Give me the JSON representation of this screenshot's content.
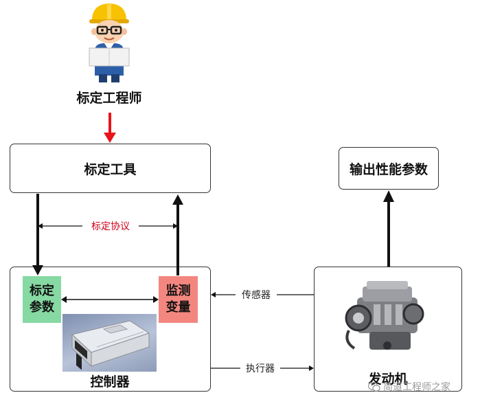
{
  "engineer": {
    "label": "标定工程师",
    "icon": "engineer-icon"
  },
  "tool": {
    "label": "标定工具"
  },
  "protocol": {
    "label": "标定协议",
    "color": "#d0021b"
  },
  "output": {
    "label": "输出性能参数"
  },
  "controller": {
    "label": "控制器",
    "params_line1": "标定",
    "params_line2": "参数",
    "vars_line1": "监测",
    "vars_line2": "变量",
    "params_color": "#86d9a2",
    "vars_color": "#f3877f",
    "image_icon": "ecu-icon"
  },
  "engine": {
    "label": "发动机",
    "image_icon": "engine-icon"
  },
  "links": {
    "sensor": "传感器",
    "actuator": "执行器"
  },
  "watermark": {
    "text": "简道工程师之家",
    "icon": "wechat-icon"
  },
  "colors": {
    "input_arrow": "#e8141a",
    "main_arrow": "#111111"
  }
}
